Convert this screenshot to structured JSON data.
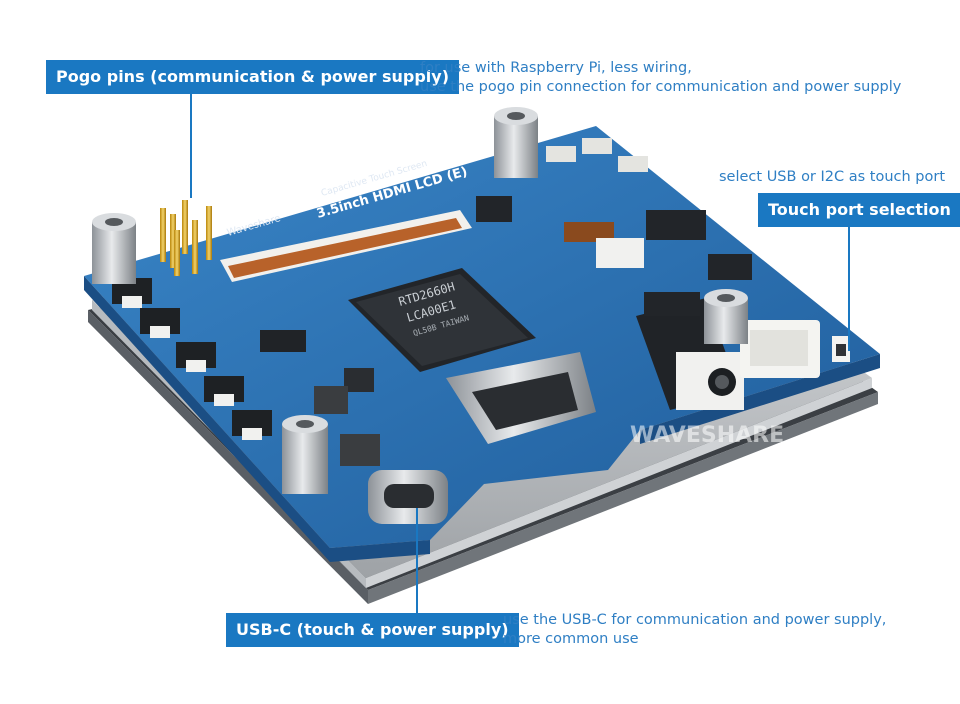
{
  "callouts": {
    "pogo": {
      "label": "Pogo pins (communication & power supply)",
      "desc_line1": "for use with Raspberry Pi, less wiring,",
      "desc_line2": "use the pogo pin connection for communication and power supply"
    },
    "touch": {
      "label": "Touch port selection",
      "desc": "select USB or I2C as touch port"
    },
    "usbc": {
      "label": "USB-C (touch & power supply)",
      "desc_line1": "use the USB-C for communication and power supply,",
      "desc_line2": "more common use"
    }
  },
  "board": {
    "brand": "Waveshare",
    "product_line1": "3.5inch HDMI LCD (E)",
    "product_line2": "Capacitive Touch Screen",
    "chip_line1": "RTD2660H",
    "chip_line2": "LCA00E1",
    "chip_line3": "QL50B TAIWAN",
    "watermark": "WAVESHARE"
  },
  "colors": {
    "accent": "#1a78c2",
    "pcb": "#2e6fb0",
    "text_blue": "#2f7fc4"
  }
}
